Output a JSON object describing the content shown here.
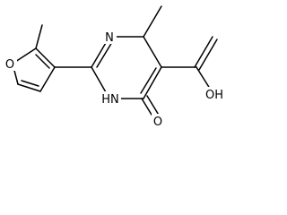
{
  "molecule": {
    "atom_labels": {
      "furan_o": "O",
      "n3": "N",
      "n1h": "HN",
      "oxo_o": "O",
      "acid_oh": "OH"
    },
    "colors": {
      "ink": "#000000",
      "background": "#ffffff"
    }
  }
}
